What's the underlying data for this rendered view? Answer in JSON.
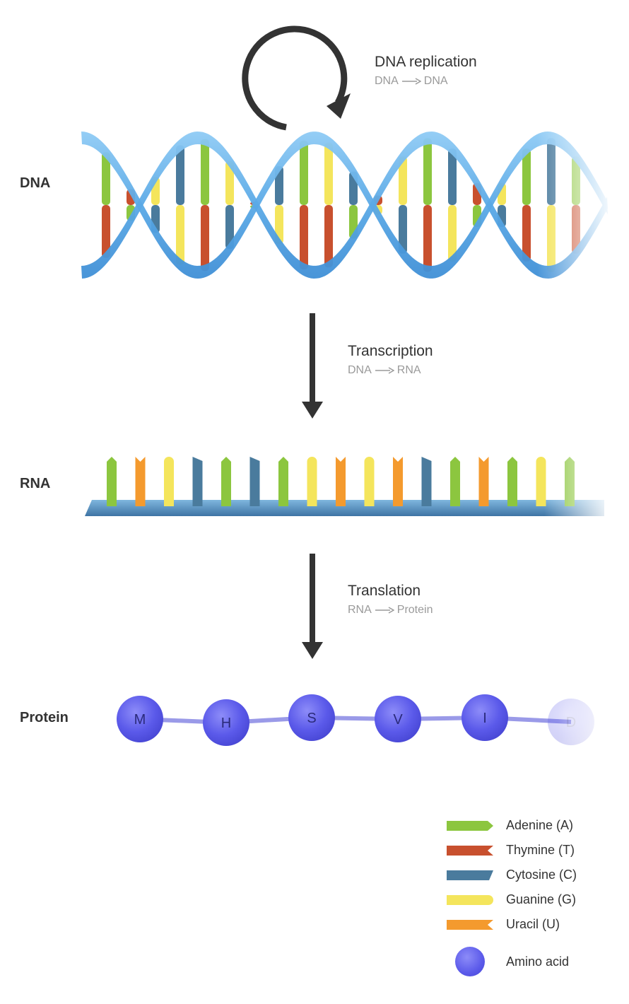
{
  "stages": {
    "dna": "DNA",
    "rna": "RNA",
    "protein": "Protein"
  },
  "processes": {
    "replication": {
      "title": "DNA replication",
      "from": "DNA",
      "to": "DNA"
    },
    "transcription": {
      "title": "Transcription",
      "from": "DNA",
      "to": "RNA"
    },
    "translation": {
      "title": "Translation",
      "from": "RNA",
      "to": "Protein"
    }
  },
  "amino_acids": [
    "M",
    "H",
    "S",
    "V",
    "I",
    "D"
  ],
  "rna_bases": [
    "A",
    "U",
    "G",
    "C",
    "A",
    "C",
    "A",
    "G",
    "U",
    "G",
    "U",
    "C",
    "A",
    "U",
    "A",
    "G",
    "A"
  ],
  "legend": {
    "adenine": "Adenine (A)",
    "thymine": "Thymine (T)",
    "cytosine": "Cytosine (C)",
    "guanine": "Guanine (G)",
    "uracil": "Uracil (U)",
    "amino": "Amino acid"
  },
  "colors": {
    "adenine": "#8cc63f",
    "thymine": "#c8502e",
    "cytosine": "#4a7b9d",
    "guanine": "#f4e55c",
    "uracil": "#f49a2e",
    "amino": "#5b5aea",
    "helix": "#5aa9e6"
  }
}
